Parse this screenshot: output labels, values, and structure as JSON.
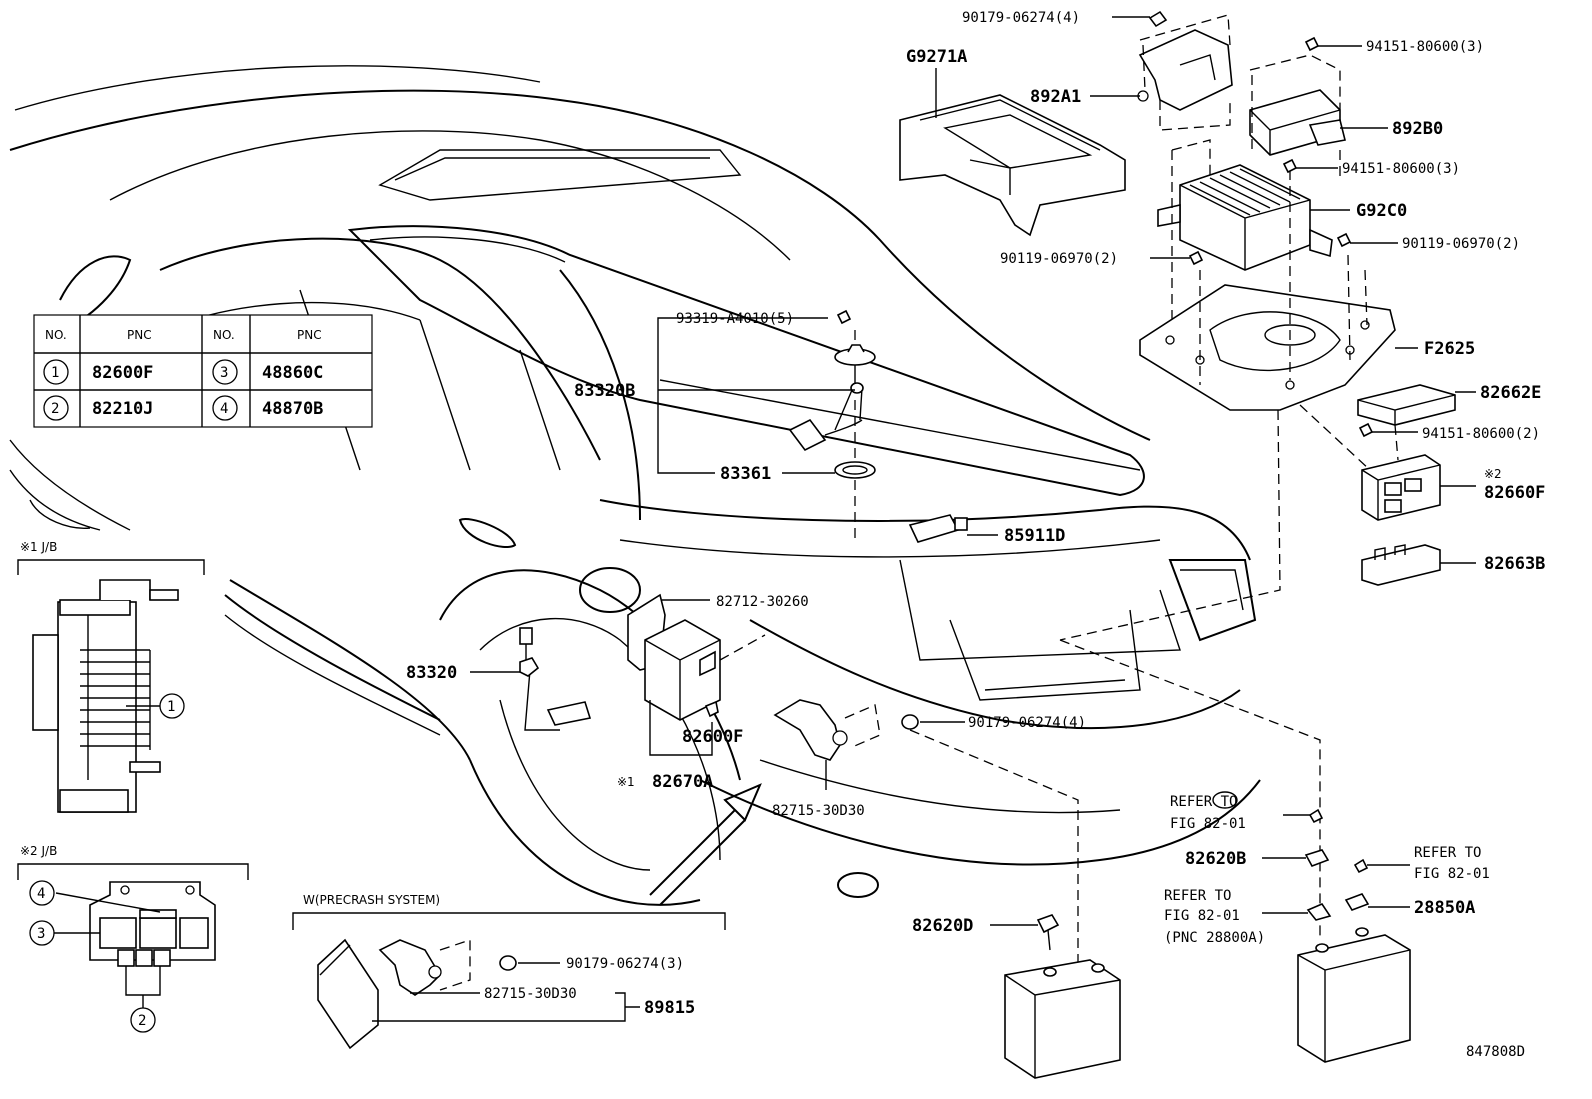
{
  "figure_id": "847808D",
  "table": {
    "headers": [
      "NO.",
      "PNC",
      "NO.",
      "PNC"
    ],
    "rows": [
      {
        "no_a": "1",
        "pnc_a": "82600F",
        "no_b": "3",
        "pnc_b": "48860C"
      },
      {
        "no_a": "2",
        "pnc_a": "82210J",
        "no_b": "4",
        "pnc_b": "48870B"
      }
    ]
  },
  "junction_blocks": {
    "jb1_title": "※1 J/B",
    "jb2_title": "※2 J/B",
    "jb1_callout": "1",
    "jb2_callouts": [
      "4",
      "3",
      "2"
    ]
  },
  "precrash_box_title": "W(PRECRASH SYSTEM)",
  "labels": {
    "l_90179_top": "90179-06274(4)",
    "l_g9271a": "G9271A",
    "l_892a1": "892A1",
    "l_94151_a": "94151-80600(3)",
    "l_892b0": "892B0",
    "l_94151_b": "94151-80600(3)",
    "l_g92c0": "G92C0",
    "l_90119_l": "90119-06970(2)",
    "l_90119_r": "90119-06970(2)",
    "l_f2625": "F2625",
    "l_82662e": "82662E",
    "l_94151_c": "94151-80600(2)",
    "l_82660f_mark": "※2",
    "l_82660f": "82660F",
    "l_82663b": "82663B",
    "l_93319": "93319-A4010(5)",
    "l_83320b": "83320B",
    "l_83361": "83361",
    "l_85911d": "85911D",
    "l_82712": "82712-30260",
    "l_83320": "83320",
    "l_82600f": "82600F",
    "l_90179_mid": "90179-06274(4)",
    "l_mark1": "※1",
    "l_82670a": "82670A",
    "l_82715_mid": "82715-30D30",
    "l_refer1_a": "REFER TO",
    "l_refer1_b": "FIG 82-01",
    "l_82620b": "82620B",
    "l_refer2_a": "REFER TO",
    "l_refer2_b": "FIG 82-01",
    "l_refer3_a": "REFER TO",
    "l_refer3_b": "FIG 82-01",
    "l_refer3_c": "(PNC 28800A)",
    "l_28850a": "28850A",
    "l_82620d": "82620D",
    "l_90179_bot": "90179-06274(3)",
    "l_82715_bot": "82715-30D30",
    "l_89815": "89815"
  }
}
